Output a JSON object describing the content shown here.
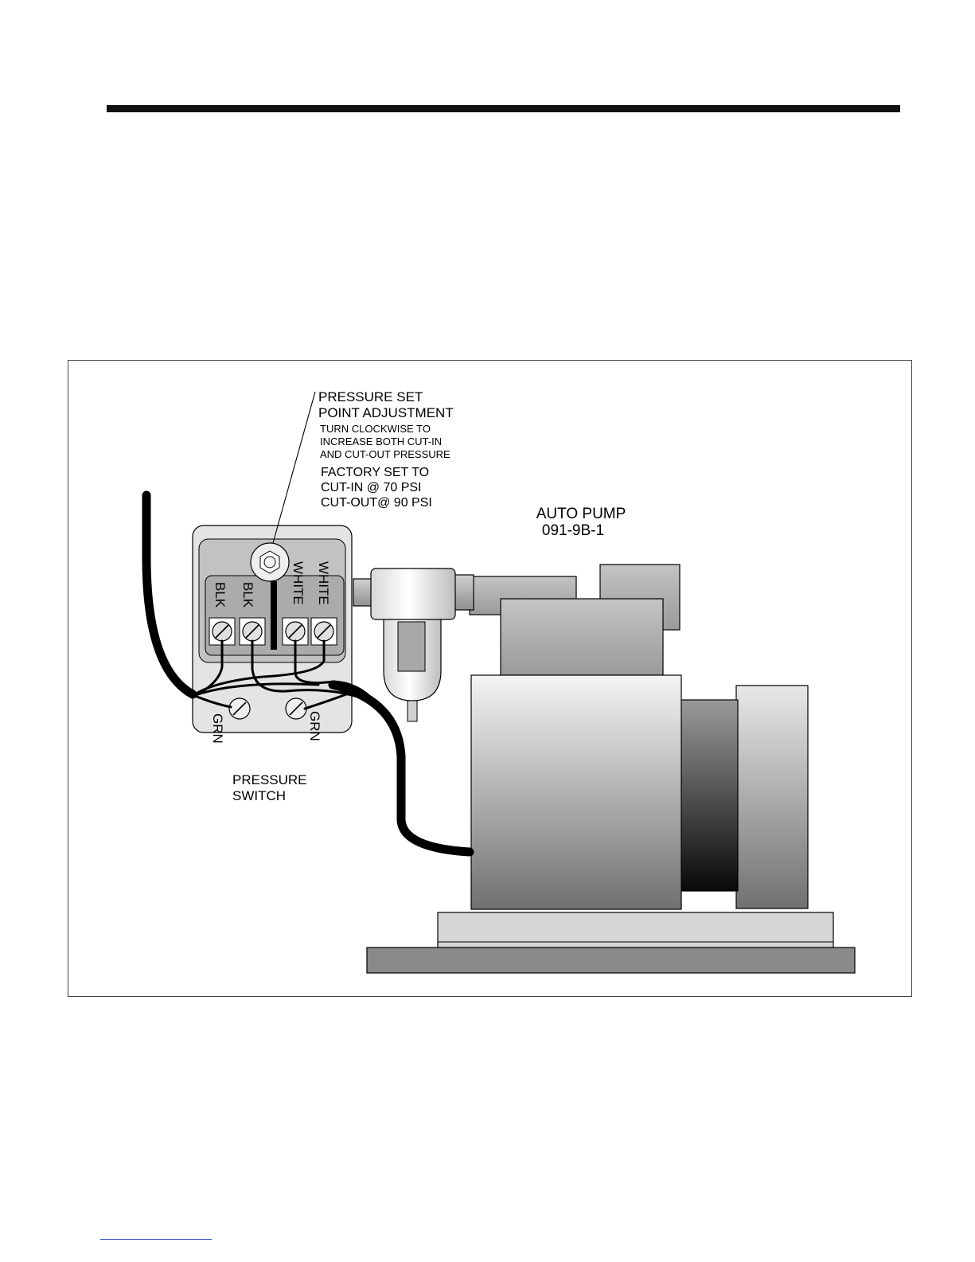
{
  "labels": {
    "set_point_title_1": "PRESSURE SET",
    "set_point_title_2": "POINT ADJUSTMENT",
    "set_point_note_1": "TURN CLOCKWISE TO",
    "set_point_note_2": "INCREASE BOTH CUT-IN",
    "set_point_note_3": "AND CUT-OUT PRESSURE",
    "factory_1": "FACTORY SET TO",
    "factory_2": "CUT-IN @ 70 PSI",
    "factory_3": "CUT-OUT@ 90 PSI",
    "pump_1": "AUTO PUMP",
    "pump_2": "091-9B-1",
    "terminal_1": "BLK",
    "terminal_2": "BLK",
    "terminal_3": "WHITE",
    "terminal_4": "WHITE",
    "ground_1": "GRN",
    "ground_2": "GRN",
    "switch_1": "PRESSURE",
    "switch_2": "SWITCH"
  },
  "colors": {
    "ink": "#000000",
    "switch_body": "#e4e4e4",
    "switch_panel": "#c8c8c8",
    "pump_base": "#8a8a8a"
  }
}
